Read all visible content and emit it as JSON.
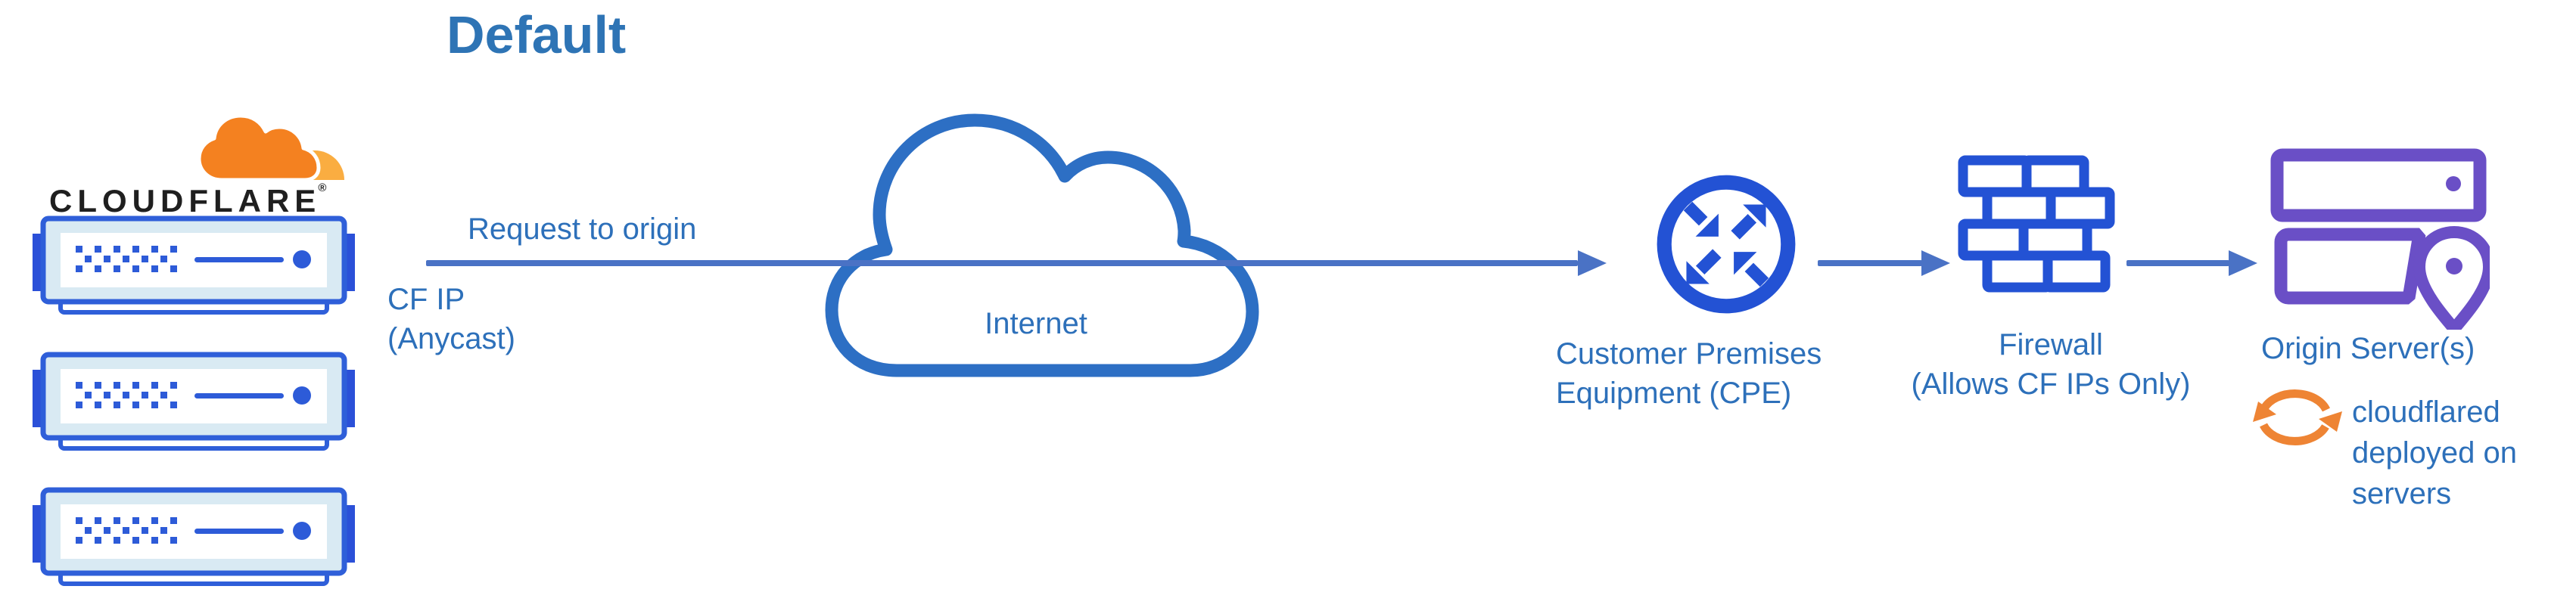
{
  "title": "Default",
  "palette": {
    "title_blue": "#2e74b5",
    "text_blue": "#2d70ba",
    "arrow_blue": "#4a72c5",
    "icon_blue": "#2352d4",
    "cloud_blue": "#2d6fc4",
    "server_border": "#2f5fd9",
    "server_fill": "#d9eaf3",
    "dot_blue": "#2d5bd8",
    "tab_blue": "#2b50d8",
    "purple": "#6a4fc6",
    "orange_dark": "#f48120",
    "orange_light": "#faad41",
    "sync_orange": "#ee8434",
    "wordmark_black": "#1f1f1f"
  },
  "logo": {
    "wordmark": "CLOUDFLARE",
    "registered": "®"
  },
  "labels": {
    "request": "Request to origin",
    "cf_ip_line1": "CF IP",
    "cf_ip_line2": "(Anycast)",
    "internet": "Internet",
    "cpe_line1": "Customer Premises",
    "cpe_line2": "Equipment (CPE)",
    "firewall_line1": "Firewall",
    "firewall_line2": "(Allows CF IPs Only)",
    "origin": "Origin Server(s)",
    "cloudflared": "cloudflared deployed on servers"
  },
  "diagram": {
    "nodes": [
      {
        "id": "cloudflare-edge",
        "label": "CLOUDFLARE",
        "type": "server-stack",
        "count_servers": 3
      },
      {
        "id": "internet",
        "label": "Internet",
        "type": "cloud"
      },
      {
        "id": "cpe",
        "label": "Customer Premises Equipment (CPE)",
        "type": "router"
      },
      {
        "id": "firewall",
        "label": "Firewall (Allows CF IPs Only)",
        "type": "firewall"
      },
      {
        "id": "origin",
        "label": "Origin Server(s)",
        "type": "servers",
        "annotation": "cloudflared deployed on servers"
      }
    ],
    "edges": [
      {
        "from": "cloudflare-edge",
        "to": "cpe",
        "label": "Request to origin",
        "sublabel": "CF IP (Anycast)",
        "through": "internet"
      },
      {
        "from": "cpe",
        "to": "firewall"
      },
      {
        "from": "firewall",
        "to": "origin"
      }
    ]
  }
}
